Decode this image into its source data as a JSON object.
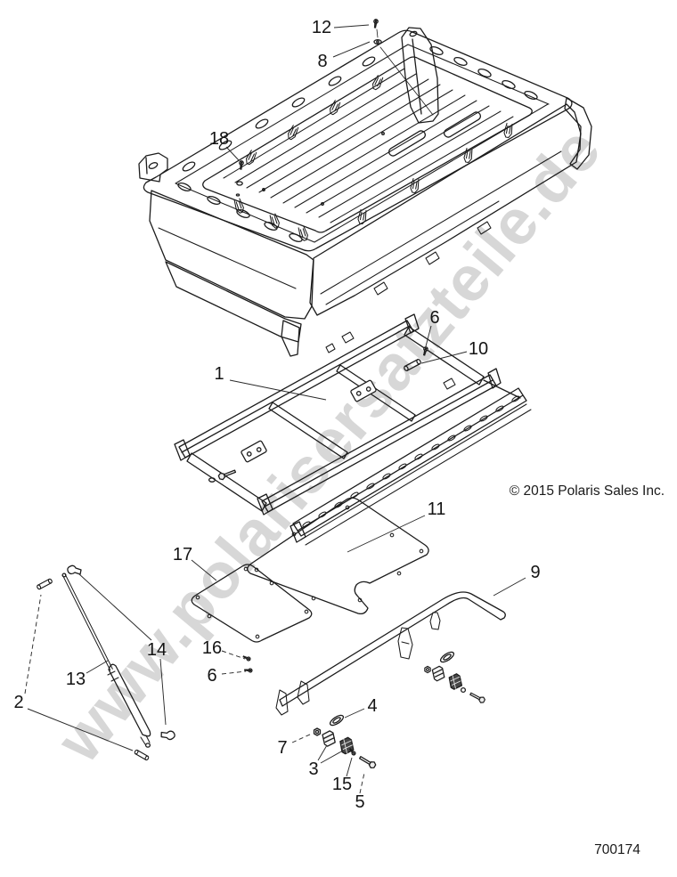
{
  "watermark": {
    "text": "www.polarisersatzteile.de",
    "color": "#d7d7d7"
  },
  "copyright": {
    "text": "© 2015 Polaris Sales Inc."
  },
  "footer": {
    "drawing_number": "700174"
  },
  "colors": {
    "line": "#1c1c1c",
    "background": "#ffffff",
    "watermark": "#d7d7d7",
    "dark_part": "#474747"
  },
  "callouts": {
    "c1": "1",
    "c2": "2",
    "c3": "3",
    "c4": "4",
    "c5": "5",
    "c6a": "6",
    "c6b": "6",
    "c7": "7",
    "c8": "8",
    "c9": "9",
    "c10": "10",
    "c11": "11",
    "c12": "12",
    "c13": "13",
    "c14": "14",
    "c15": "15",
    "c16": "16",
    "c17": "17",
    "c18": "18"
  }
}
